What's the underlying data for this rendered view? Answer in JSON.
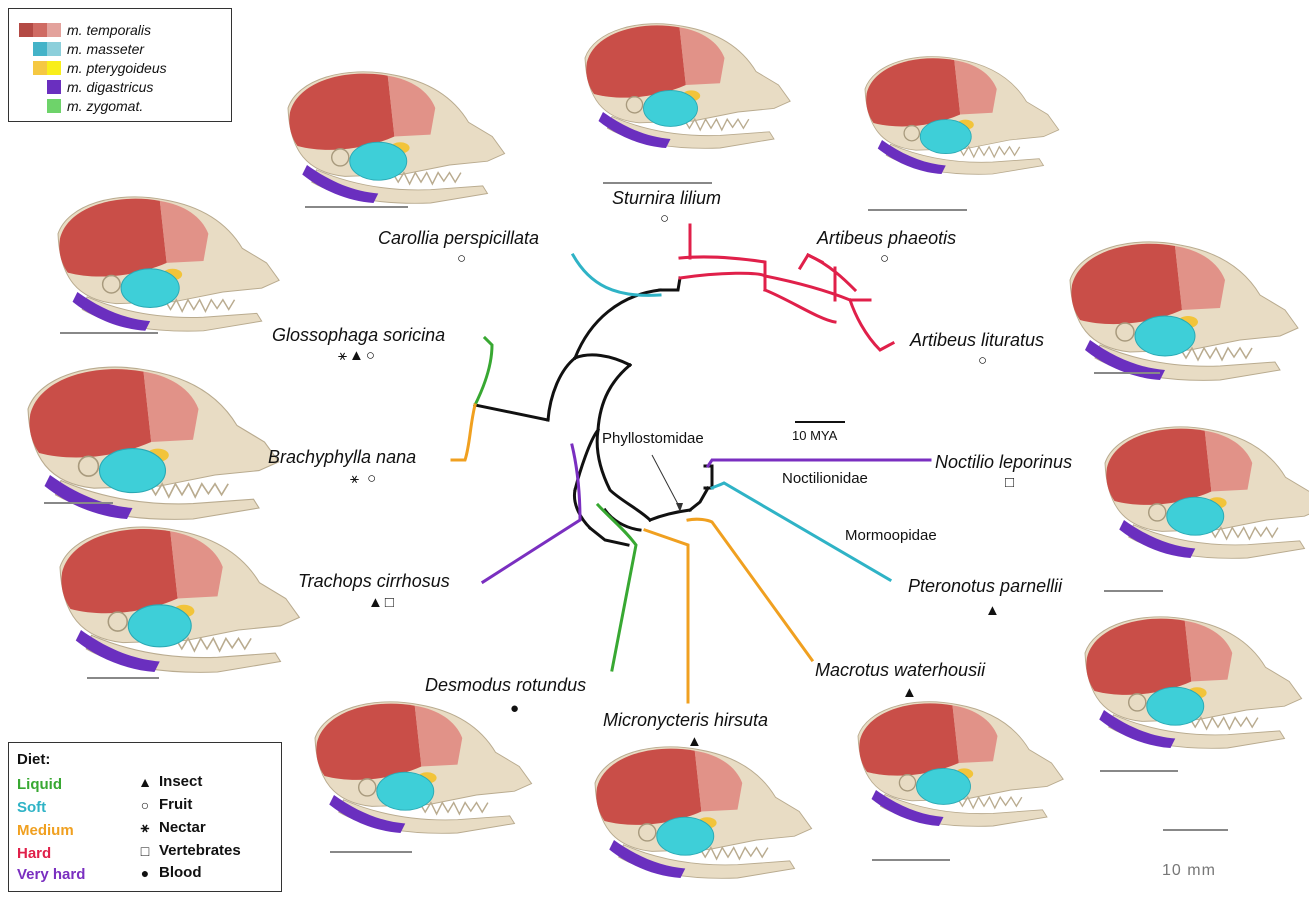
{
  "muscle_legend": {
    "items": [
      {
        "label": "m. temporalis",
        "colors": [
          "#b34a44",
          "#cf6b63",
          "#e3a29c"
        ]
      },
      {
        "label": "m. masseter",
        "colors": [
          "#44b3c8",
          "#8ccfdb"
        ]
      },
      {
        "label": "m. pterygoideus",
        "colors": [
          "#f5c842",
          "#f9ee1a"
        ]
      },
      {
        "label": "m. digastricus",
        "colors": [
          "#6a2fbf"
        ]
      },
      {
        "label": "m. zygomat.",
        "colors": [
          "#6ed36a"
        ]
      }
    ]
  },
  "diet_legend": {
    "title": "Diet:",
    "categories": [
      {
        "label": "Liquid",
        "color": "#38a832"
      },
      {
        "label": "Soft",
        "color": "#2fb3c6"
      },
      {
        "label": "Medium",
        "color": "#f0a020"
      },
      {
        "label": "Hard",
        "color": "#e0204a"
      },
      {
        "label": "Very hard",
        "color": "#7a2fc0"
      }
    ],
    "symbols": [
      {
        "label": "Insect",
        "icon": "triangle-icon"
      },
      {
        "label": "Fruit",
        "icon": "circle-icon"
      },
      {
        "label": "Nectar",
        "icon": "nectar-icon"
      },
      {
        "label": "Vertebrates",
        "icon": "square-icon"
      },
      {
        "label": "Blood",
        "icon": "drop-icon"
      }
    ]
  },
  "species": [
    {
      "name": "Sturnira lilium",
      "diet_symbols": "○",
      "diet": "Hard"
    },
    {
      "name": "Carollia perspicillata",
      "diet_symbols": "○",
      "diet": "Soft"
    },
    {
      "name": "Artibeus phaeotis",
      "diet_symbols": "○",
      "diet": "Hard"
    },
    {
      "name": "Artibeus lituratus",
      "diet_symbols": "○",
      "diet": "Hard"
    },
    {
      "name": "Glossophaga soricina",
      "diet_symbols": "⚹▲○",
      "diet": "Liquid"
    },
    {
      "name": "Brachyphylla nana",
      "diet_symbols": "⚹ ○",
      "diet": "Medium"
    },
    {
      "name": "Noctilio leporinus",
      "diet_symbols": "□",
      "diet": "Very hard"
    },
    {
      "name": "Trachops cirrhosus",
      "diet_symbols": "▲□",
      "diet": "Very hard"
    },
    {
      "name": "Pteronotus parnellii",
      "diet_symbols": "▲",
      "diet": "Soft"
    },
    {
      "name": "Macrotus waterhousii",
      "diet_symbols": "▲",
      "diet": "Medium"
    },
    {
      "name": "Desmodus rotundus",
      "diet_symbols": "●",
      "diet": "Liquid"
    },
    {
      "name": "Micronycteris hirsuta",
      "diet_symbols": "▲",
      "diet": "Medium"
    }
  ],
  "families": {
    "phyllostomidae": "Phyllostomidae",
    "noctilionidae": "Noctilionidae",
    "mormoopidae": "Mormoopidae"
  },
  "scale": {
    "time": "10 MYA",
    "length": "10 mm"
  },
  "colors": {
    "tree": "#111111",
    "bone": "#e8dcc4",
    "scalebar": "#888888"
  }
}
